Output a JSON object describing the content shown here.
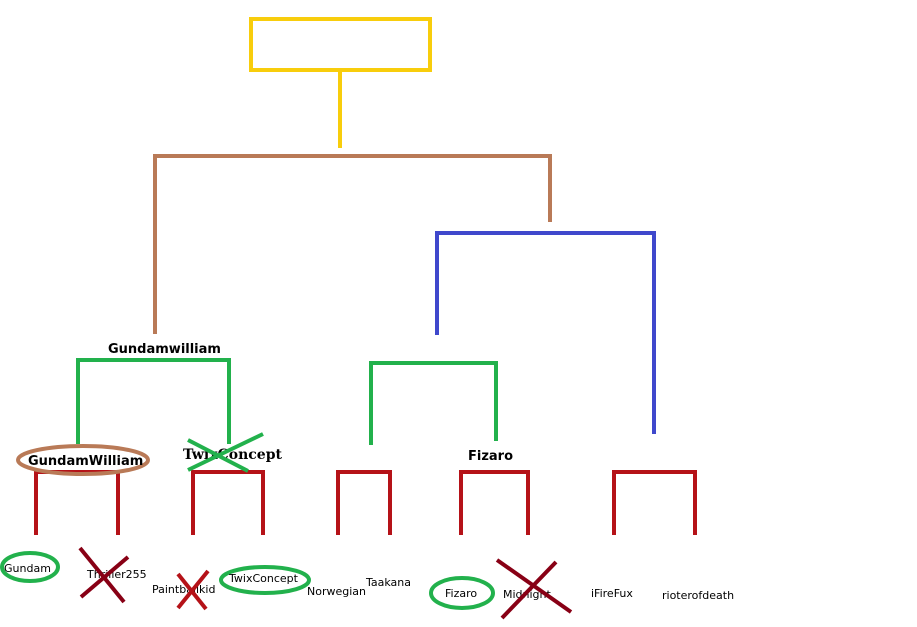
{
  "colors": {
    "gold": "#f8cd0c",
    "tan": "#b97a57",
    "blue": "#3f48cc",
    "green": "#22b14c",
    "red": "#b51218",
    "cross": "#880015",
    "black": "#000000"
  },
  "winners": {
    "semifinal_left": "Gundamwilliam",
    "quarter_1": "GundamWilliam",
    "quarter_2": "TwixConcept",
    "quarter_4": "Fizaro"
  },
  "players": [
    "Gundam",
    "Thriller255",
    "Paintballkid",
    "TwixConcept",
    "Norwegian",
    "Taakana",
    "Fizaro",
    "Midnight",
    "iFireFux",
    "rioterofdeath"
  ]
}
